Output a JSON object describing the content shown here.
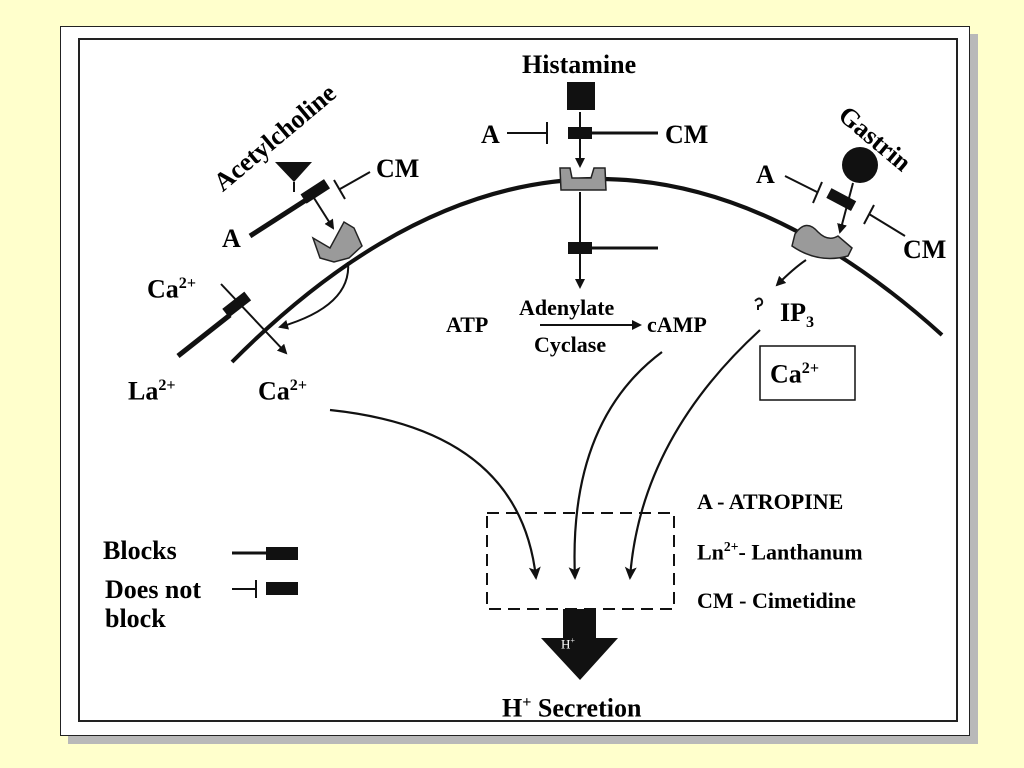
{
  "agonists": {
    "histamine": "Histamine",
    "acetylcholine": "Acetylcholine",
    "gastrin": "Gastrin"
  },
  "antagonists": {
    "a_top": "A",
    "cm_top": "CM",
    "a_left": "A",
    "cm_left": "CM",
    "a_right": "A",
    "cm_right": "CM"
  },
  "ions": {
    "ca_channel": {
      "base": "Ca",
      "sup": "2+"
    },
    "la": {
      "base": "La",
      "sup": "2+"
    },
    "ca_intracellular": {
      "base": "Ca",
      "sup": "2+"
    },
    "ca_box": {
      "base": "Ca",
      "sup": "2+"
    }
  },
  "pathway": {
    "atp": "ATP",
    "enzyme_line1": "Adenylate",
    "enzyme_line2": "Cyclase",
    "camp": "cAMP",
    "ip3": {
      "base": "IP",
      "sub": "3"
    },
    "h_arrow": {
      "base": "H",
      "sup": "+"
    },
    "output": {
      "base": "H",
      "sup": "+",
      "rest": " Secretion"
    }
  },
  "legend": {
    "blocks": "Blocks",
    "does_not_line1": "Does not",
    "does_not_line2": "block"
  },
  "abbreviations": {
    "atropine": "A - ATROPINE",
    "lanthanum": {
      "base": "Ln",
      "sup": "2+",
      "rest": "- Lanthanum"
    },
    "cimetidine": "CM - Cimetidine"
  },
  "colors": {
    "background": "#ffffcc",
    "panel": "#ffffff",
    "shadow": "#b9b9b9",
    "receptor": "#9a9a9a",
    "ink": "#111111"
  }
}
